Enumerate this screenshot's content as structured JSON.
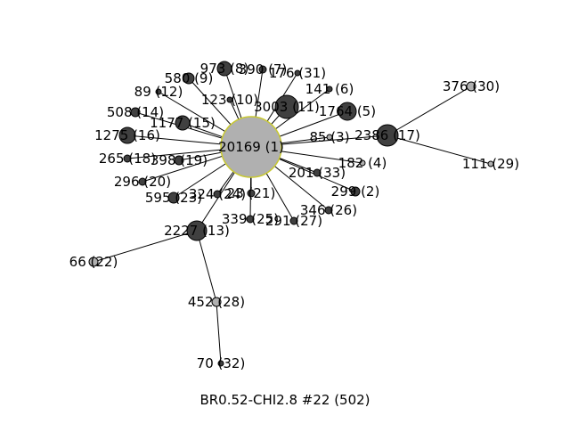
{
  "caption": "BR0.52-CHI2.8 #22 (502)",
  "colors": {
    "dark_node": "#404040",
    "light_node": "#b0b0b0",
    "hub_stroke": "#c8c832",
    "edge": "#000000"
  },
  "network": {
    "nodes": [
      {
        "id": 1,
        "label": "20169 (1)",
        "kind": "hub"
      },
      {
        "id": 2,
        "label": "299 (2)",
        "kind": "dark"
      },
      {
        "id": 3,
        "label": "85 (3)",
        "kind": "light"
      },
      {
        "id": 4,
        "label": "182 (4)",
        "kind": "light"
      },
      {
        "id": 5,
        "label": "1764 (5)",
        "kind": "dark"
      },
      {
        "id": 6,
        "label": "141 (6)",
        "kind": "dark"
      },
      {
        "id": 7,
        "label": "390 (7)",
        "kind": "dark"
      },
      {
        "id": 8,
        "label": "973 (8)",
        "kind": "dark"
      },
      {
        "id": 9,
        "label": "580 (9)",
        "kind": "dark"
      },
      {
        "id": 10,
        "label": "123 (10)",
        "kind": "dark"
      },
      {
        "id": 11,
        "label": "3003 (11)",
        "kind": "dark"
      },
      {
        "id": 12,
        "label": "89 (12)",
        "kind": "dark"
      },
      {
        "id": 13,
        "label": "2227 (13)",
        "kind": "dark"
      },
      {
        "id": 14,
        "label": "508 (14)",
        "kind": "dark"
      },
      {
        "id": 15,
        "label": "1177 (15)",
        "kind": "dark"
      },
      {
        "id": 16,
        "label": "1275 (16)",
        "kind": "dark"
      },
      {
        "id": 17,
        "label": "2386 (17)",
        "kind": "dark"
      },
      {
        "id": 18,
        "label": "265 (18)",
        "kind": "dark"
      },
      {
        "id": 19,
        "label": "398 (19)",
        "kind": "dark"
      },
      {
        "id": 20,
        "label": "296 (20)",
        "kind": "dark"
      },
      {
        "id": 21,
        "label": "23 (21)",
        "kind": "dark"
      },
      {
        "id": 22,
        "label": "66 (22)",
        "kind": "light"
      },
      {
        "id": 23,
        "label": "595 (23)",
        "kind": "dark"
      },
      {
        "id": 24,
        "label": "324 (24)",
        "kind": "dark"
      },
      {
        "id": 25,
        "label": "339 (25)",
        "kind": "dark"
      },
      {
        "id": 26,
        "label": "346 (26)",
        "kind": "dark"
      },
      {
        "id": 27,
        "label": "291 (27)",
        "kind": "dark"
      },
      {
        "id": 28,
        "label": "452 (28)",
        "kind": "light"
      },
      {
        "id": 29,
        "label": "111 (29)",
        "kind": "light"
      },
      {
        "id": 30,
        "label": "376 (30)",
        "kind": "light"
      },
      {
        "id": 31,
        "label": "176 (31)",
        "kind": "dark"
      },
      {
        "id": 32,
        "label": "70 (32)",
        "kind": "dark"
      },
      {
        "id": 33,
        "label": "201 (33)",
        "kind": "dark"
      }
    ],
    "edges": [
      [
        1,
        2
      ],
      [
        1,
        3
      ],
      [
        1,
        4
      ],
      [
        1,
        5
      ],
      [
        1,
        6
      ],
      [
        1,
        7
      ],
      [
        1,
        8
      ],
      [
        1,
        9
      ],
      [
        1,
        10
      ],
      [
        1,
        11
      ],
      [
        1,
        12
      ],
      [
        1,
        13
      ],
      [
        1,
        14
      ],
      [
        1,
        15
      ],
      [
        1,
        16
      ],
      [
        1,
        17
      ],
      [
        1,
        18
      ],
      [
        1,
        19
      ],
      [
        1,
        20
      ],
      [
        1,
        21
      ],
      [
        1,
        23
      ],
      [
        1,
        24
      ],
      [
        1,
        25
      ],
      [
        1,
        26
      ],
      [
        1,
        27
      ],
      [
        1,
        31
      ],
      [
        1,
        33
      ],
      [
        13,
        22
      ],
      [
        13,
        28
      ],
      [
        28,
        32
      ],
      [
        17,
        30
      ],
      [
        17,
        29
      ]
    ]
  }
}
